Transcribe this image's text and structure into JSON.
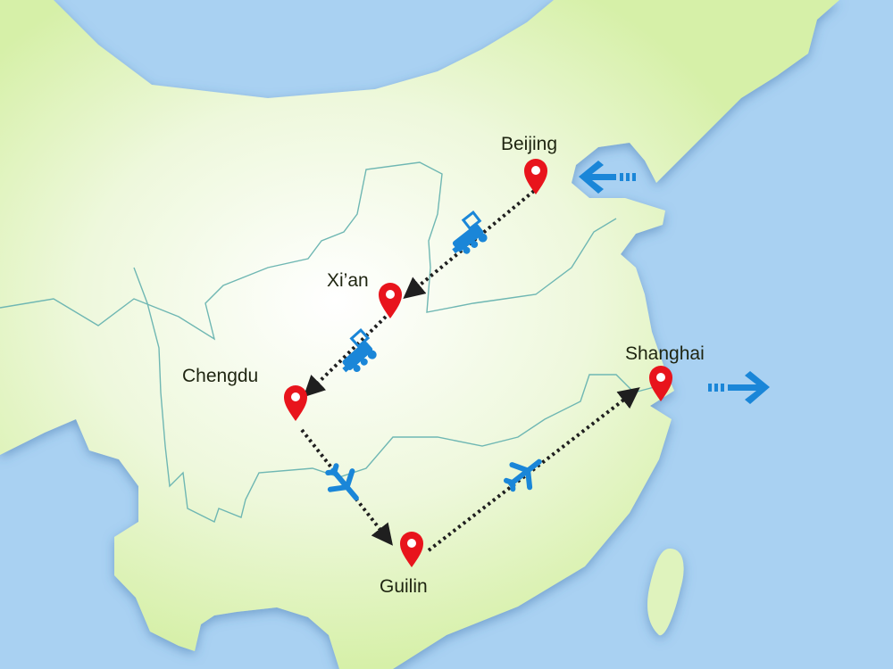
{
  "map": {
    "colors": {
      "sea": "#a9d1f2",
      "land": "#e2f4c4",
      "river": "#6fb7b3",
      "pin": "#e8141c",
      "transport": "#1a86d8",
      "route": "#1f1f1f"
    },
    "cities": [
      {
        "name": "Beijing"
      },
      {
        "name": "Xi’an"
      },
      {
        "name": "Chengdu"
      },
      {
        "name": "Guilin"
      },
      {
        "name": "Shanghai"
      }
    ],
    "legs": [
      {
        "from": "Beijing",
        "to": "Xi’an",
        "mode": "train-icon"
      },
      {
        "from": "Xi’an",
        "to": "Chengdu",
        "mode": "train-icon"
      },
      {
        "from": "Chengdu",
        "to": "Guilin",
        "mode": "plane-icon"
      },
      {
        "from": "Guilin",
        "to": "Shanghai",
        "mode": "plane-icon"
      }
    ],
    "entry": {
      "city": "Beijing",
      "icon": "arrow-left-icon"
    },
    "exit": {
      "city": "Shanghai",
      "icon": "arrow-right-icon"
    }
  }
}
